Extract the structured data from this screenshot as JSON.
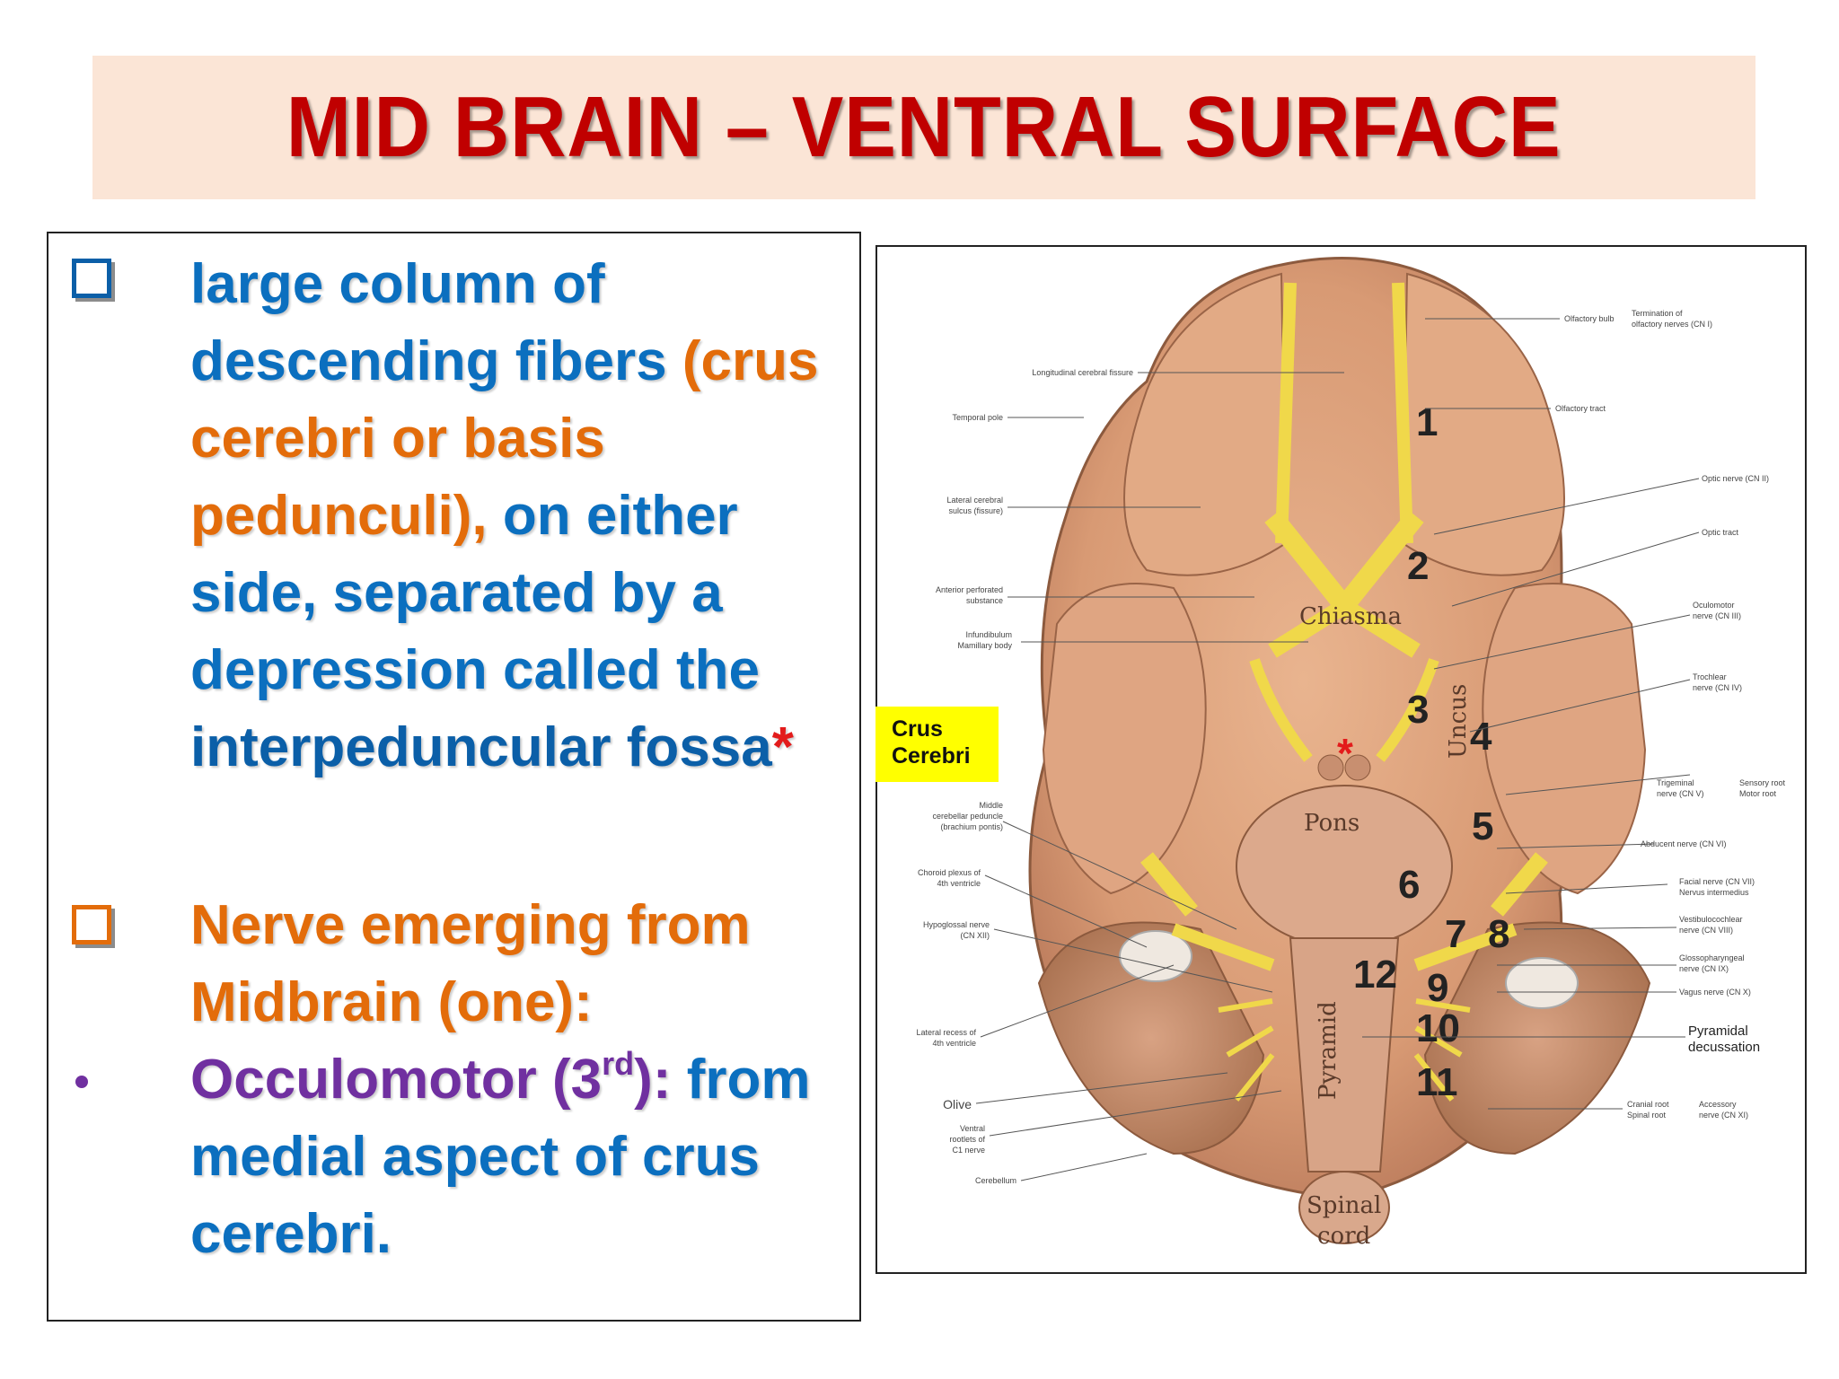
{
  "slide": {
    "title": "MID BRAIN – VENTRAL SURFACE",
    "colors": {
      "title": "#c00000",
      "title_background": "#fbe5d6",
      "body_blue": "#0b6fbf",
      "orange": "#e36c0a",
      "purple": "#7030a0",
      "asterisk_red": "#e31b1b"
    }
  },
  "bullets": {
    "b1": {
      "icon": "checkbox-icon",
      "part1": "large column of descending fibers ",
      "part2": "(crus cerebri or basis pedunculi),",
      "part3": " on either side, separated by a depression called the ",
      "part4": "interpeduncular fossa",
      "asterisk": "*"
    },
    "b2": {
      "icon": "checkbox-icon",
      "text": "Nerve emerging from Midbrain (one):"
    },
    "b3": {
      "icon": "bullet-dot-icon",
      "name": "Occulomotor (3",
      "sup": "rd",
      "name_end": "):",
      "rest": " from medial aspect of crus cerebri."
    }
  },
  "figure": {
    "icon": "brain-ventral-surface-illustration",
    "callout": "Crus Cerebri",
    "asterisk": "*",
    "structures": {
      "chiasma": "Chiasma",
      "pons": "Pons",
      "pyramid": "Pyramid",
      "uncus": "Uncus",
      "spinal": "Spinal",
      "cord": "cord"
    },
    "numbers": [
      "1",
      "2",
      "3",
      "4",
      "5",
      "6",
      "7",
      "8",
      "9",
      "10",
      "11",
      "12"
    ],
    "left_labels": [
      "Longitudinal cerebral fissure",
      "Temporal pole",
      "Lateral cerebral",
      "sulcus (fissure)",
      "Anterior perforated",
      "substance",
      "Infundibulum",
      "Mamillary body",
      "Middle",
      "cerebellar peduncle",
      "(brachium pontis)",
      "Choroid plexus of",
      "4th ventricle",
      "Hypoglossal nerve",
      "(CN XII)",
      "Lateral recess of",
      "4th ventricle",
      "Olive",
      "Ventral",
      "rootlets of",
      "C1 nerve",
      "Cerebellum"
    ],
    "right_labels": [
      "Olfactory bulb",
      "Termination of",
      "olfactory nerves (CN I)",
      "Olfactory tract",
      "Optic nerve (CN II)",
      "Optic tract",
      "Oculomotor",
      "nerve (CN III)",
      "Trochlear",
      "nerve (CN IV)",
      "Trigeminal",
      "nerve (CN V)",
      "Sensory root",
      "Motor root",
      "Abducent nerve (CN VI)",
      "Facial nerve (CN VII)",
      "Nervus intermedius",
      "Vestibulocochlear",
      "nerve (CN VIII)",
      "Glossopharyngeal",
      "nerve (CN IX)",
      "Vagus nerve (CN X)",
      "Pyramidal",
      "decussation",
      "Cranial root",
      "Spinal root",
      "Accessory",
      "nerve (CN XI)"
    ]
  }
}
